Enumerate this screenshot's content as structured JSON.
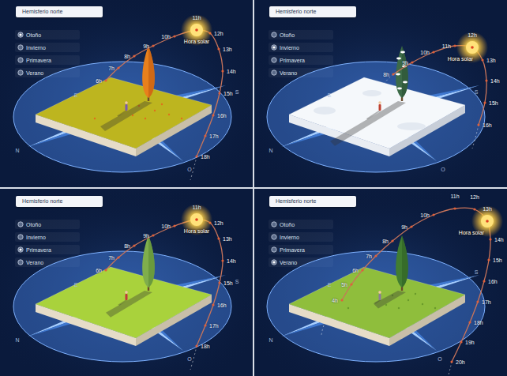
{
  "diagram": {
    "nodes": [
      {
        "text": [
          "Hemisferio norte"
        ]
      },
      {
        "text": [
          "Hemisferio norte"
        ]
      },
      {
        "text": [
          "Hemisferio norte"
        ]
      },
      {
        "text": [
          "Hemisferio norte"
        ]
      }
    ],
    "labels": [
      "Otoño",
      "Invierno",
      "Primavera",
      "Verano",
      "Hora solar",
      "6h",
      "7h",
      "8h",
      "9h",
      "10h",
      "11h",
      "12h",
      "13h",
      "14h",
      "15h",
      "16h",
      "17h",
      "18h",
      "N",
      "S",
      "E",
      "O",
      "Otoño",
      "Invierno",
      "Primavera",
      "Verano",
      "Hora solar",
      "8h",
      "9h",
      "10h",
      "11h",
      "12h",
      "13h",
      "14h",
      "15h",
      "16h",
      "N",
      "S",
      "E",
      "O",
      "Otoño",
      "Invierno",
      "Primavera",
      "Verano",
      "Hora solar",
      "6h",
      "7h",
      "8h",
      "9h",
      "10h",
      "11h",
      "12h",
      "13h",
      "14h",
      "15h",
      "16h",
      "17h",
      "18h",
      "N",
      "S",
      "E",
      "O",
      "Otoño",
      "Invierno",
      "Primavera",
      "Verano",
      "Hora solar",
      "4h",
      "5h",
      "6h",
      "7h",
      "8h",
      "9h",
      "10h",
      "11h",
      "12h",
      "13h",
      "14h",
      "15h",
      "16h",
      "17h",
      "18h",
      "19h",
      "20h",
      "N",
      "S",
      "E",
      "O"
    ]
  }
}
